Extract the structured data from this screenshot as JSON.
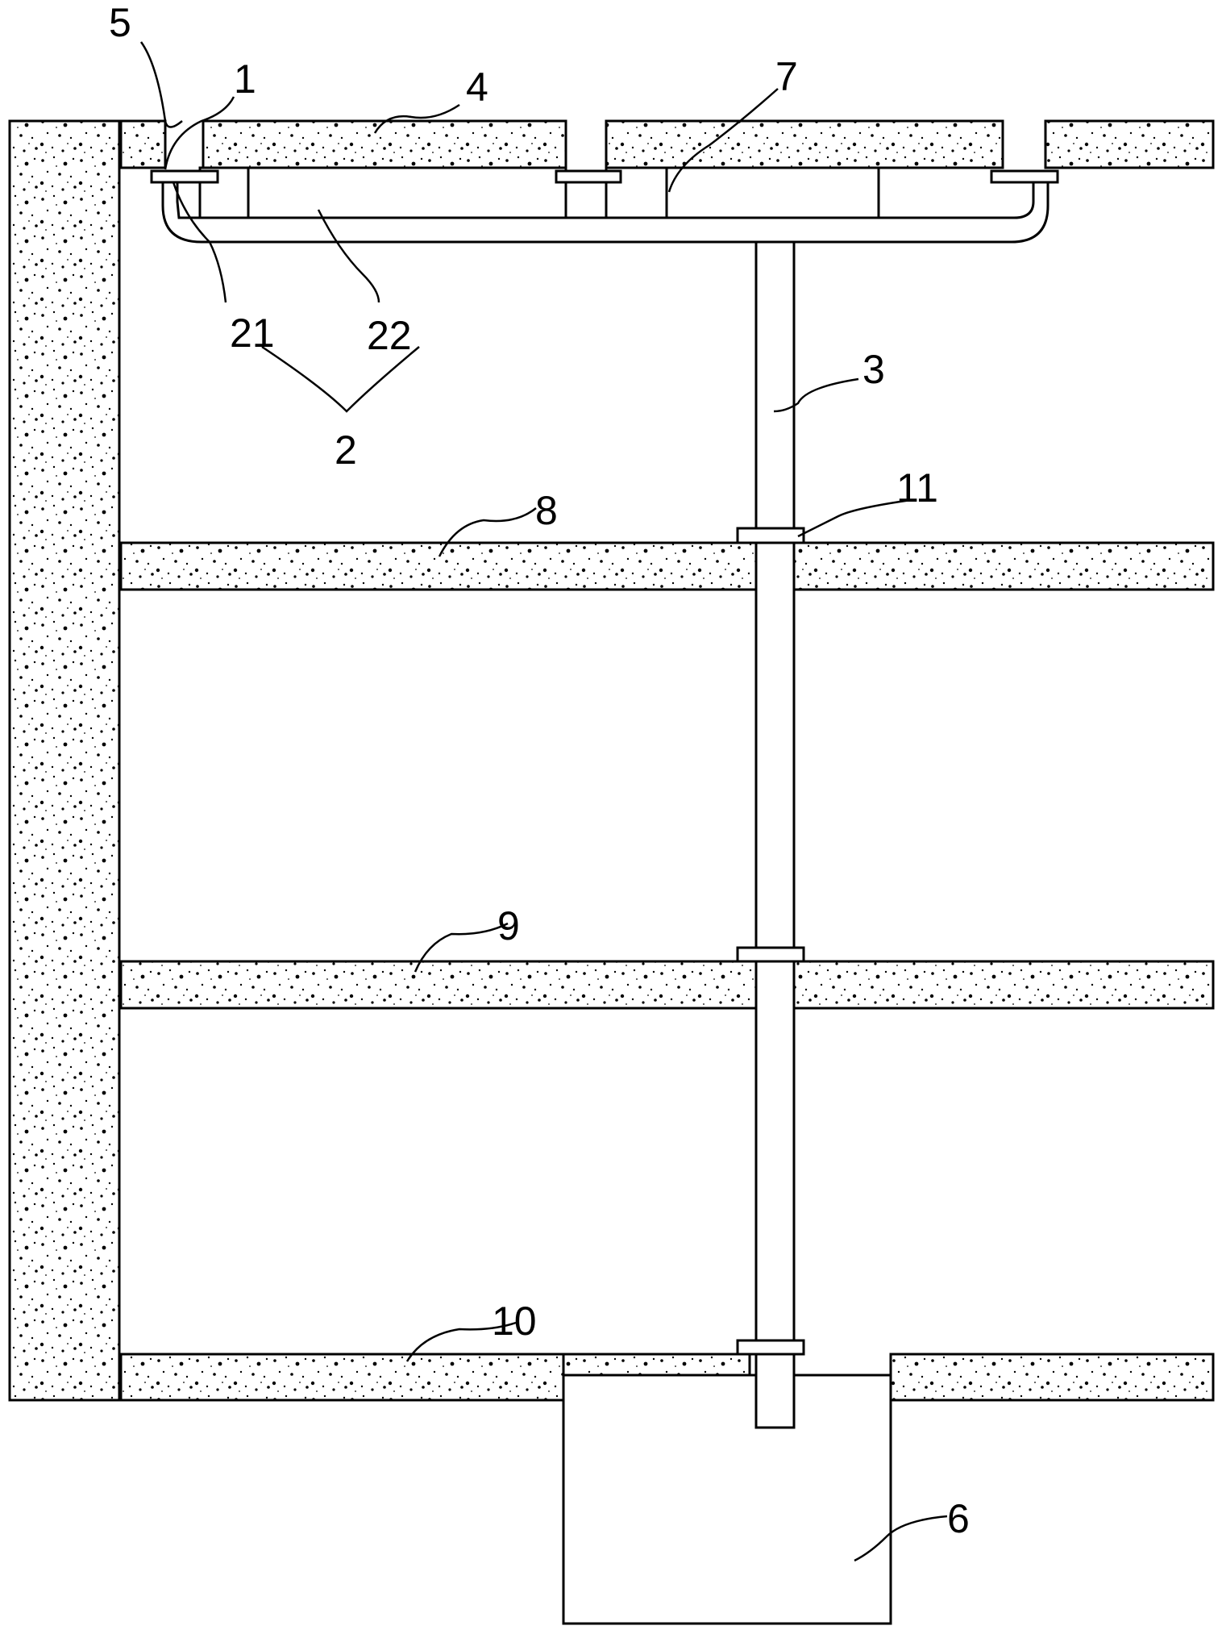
{
  "diagram": {
    "labels": {
      "l1": "1",
      "l2": "2",
      "l3": "3",
      "l4": "4",
      "l5": "5",
      "l6": "6",
      "l7": "7",
      "l8": "8",
      "l9": "9",
      "l10": "10",
      "l11": "11",
      "l21": "21",
      "l22": "22"
    }
  }
}
